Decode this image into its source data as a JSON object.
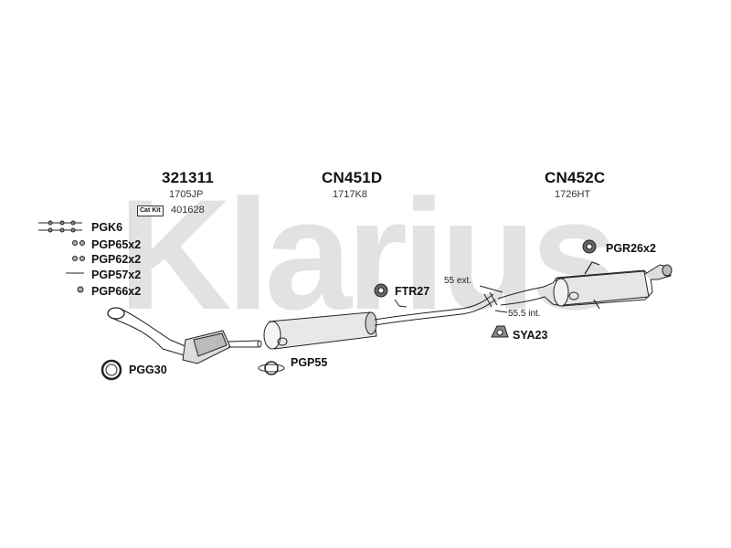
{
  "watermark": {
    "text": "Klarius"
  },
  "sections": [
    {
      "part": "321311",
      "ref": "1705JP"
    },
    {
      "part": "CN451D",
      "ref": "1717K8"
    },
    {
      "part": "CN452C",
      "ref": "1726HT"
    }
  ],
  "catkit": {
    "badge": "Cat Kit",
    "number": "401628"
  },
  "fittings_list": [
    "PGK6",
    "PGP65x2",
    "PGP62x2",
    "PGP57x2",
    "PGP66x2"
  ],
  "callouts": {
    "pgg30": "PGG30",
    "pgp55": "PGP55",
    "ftr27": "FTR27",
    "pgr26": "PGR26x2",
    "sya23": "SYA23",
    "ext": "55 ext.",
    "int": "55.5 int."
  }
}
